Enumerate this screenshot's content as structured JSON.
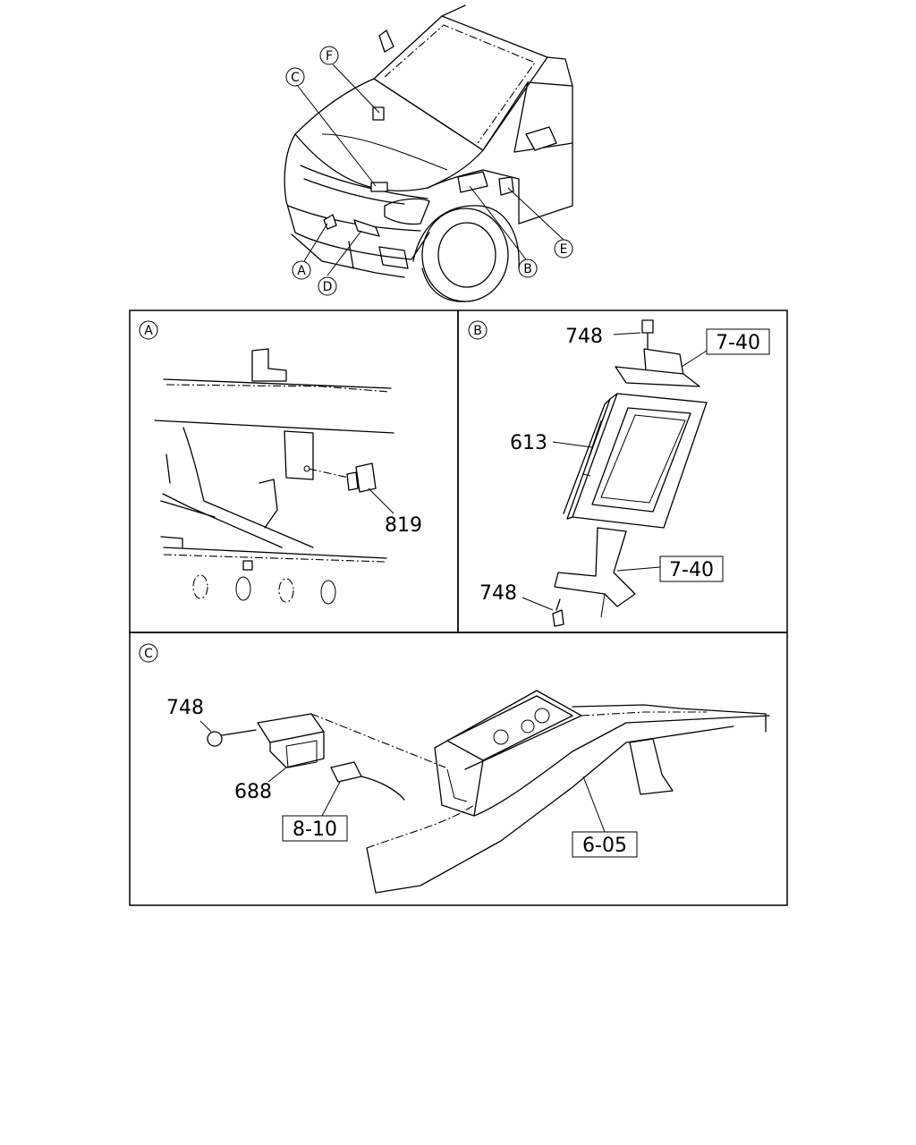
{
  "overview": {
    "callouts": {
      "a": "A",
      "b": "B",
      "c": "C",
      "d": "D",
      "e": "E",
      "f": "F"
    }
  },
  "panel_a": {
    "tag": "A",
    "part_number": "819"
  },
  "panel_b": {
    "tag": "B",
    "part_bolt_top": "748",
    "ref_top": "7-40",
    "part_module": "613",
    "ref_bottom": "7-40",
    "part_bolt_bottom": "748"
  },
  "panel_c": {
    "tag": "C",
    "part_bolt": "748",
    "part_sensor": "688",
    "ref_connector": "8-10",
    "ref_frame": "6-05"
  }
}
